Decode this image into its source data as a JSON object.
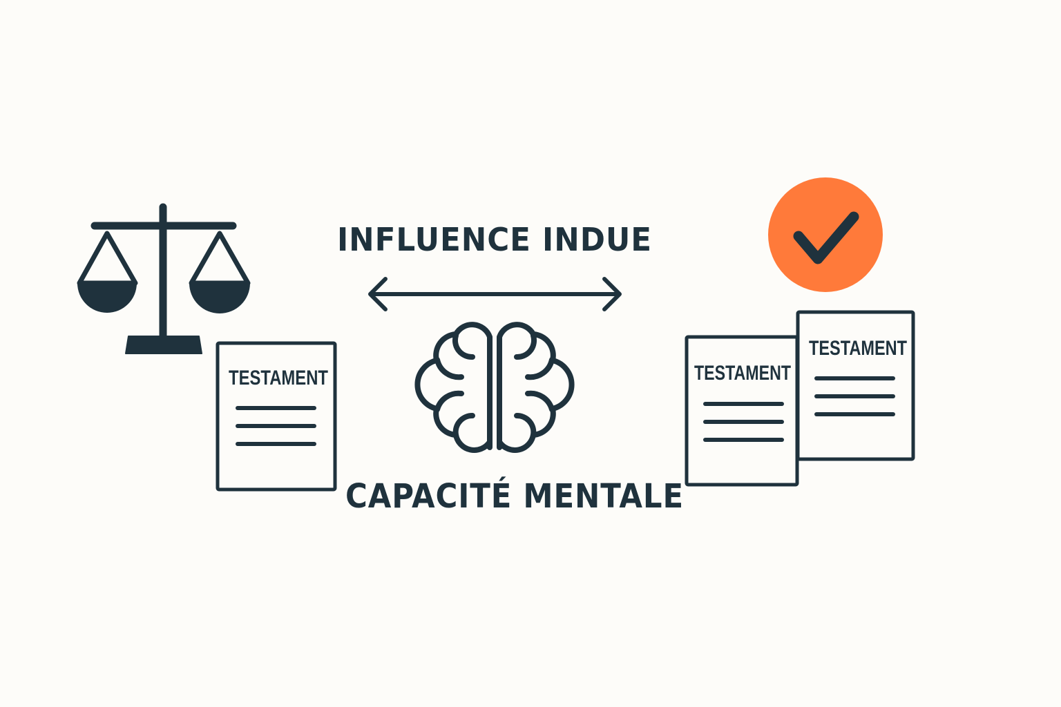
{
  "labels": {
    "influence": "INFLUENCE INDUE",
    "capacity": "CAPACITÉ MENTALE"
  },
  "documents": {
    "left_title": "TESTAMENT",
    "right_front_title": "TESTAMENT",
    "right_back_title": "TESTAMENT"
  },
  "icons": [
    "scales-of-justice-icon",
    "document-icon",
    "double-arrow-icon",
    "brain-icon",
    "check-circle-icon",
    "documents-icon"
  ],
  "colors": {
    "ink": "#1f323d",
    "accent": "#ff7a3a",
    "background": "#fdfcf9"
  }
}
